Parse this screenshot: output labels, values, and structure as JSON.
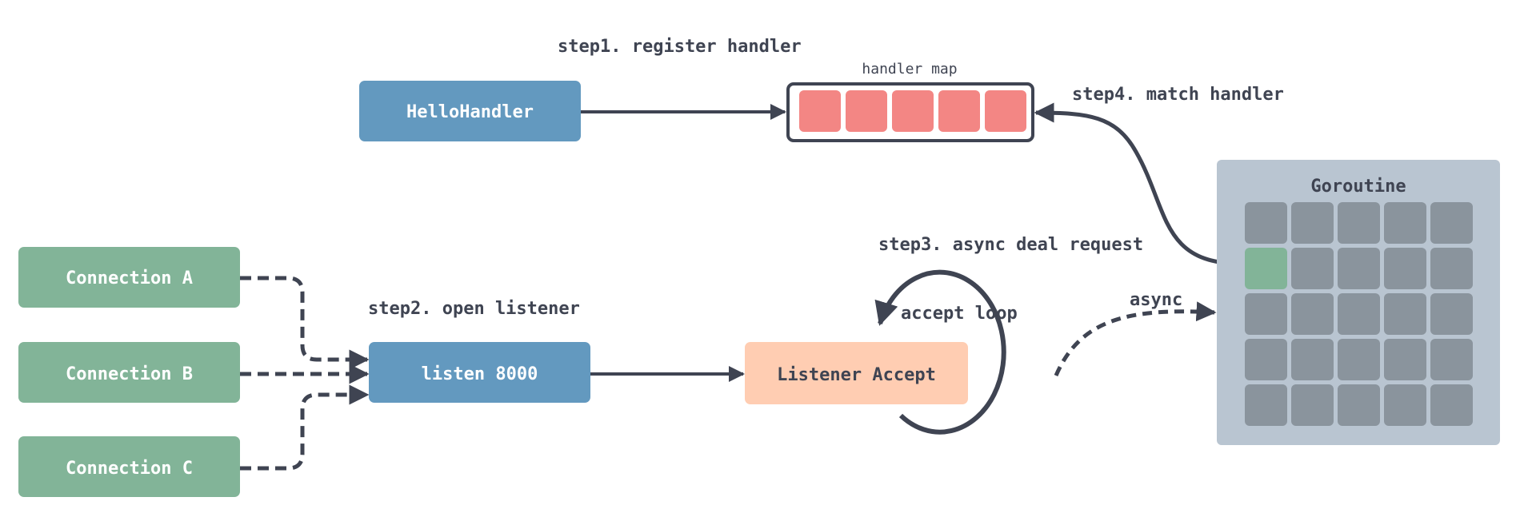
{
  "colors": {
    "ink": "#3f4452",
    "handler_node": "#6399bf",
    "connection_node": "#82b498",
    "accept_node": "#ffcdb2",
    "map_slot": "#f38684",
    "goroutine_panel": "#b9c5d1",
    "goroutine_cell": "#8a949d",
    "goroutine_active": "#82b498",
    "white_text": "#ffffff"
  },
  "nodes": {
    "hello_handler": "HelloHandler",
    "listen": "listen 8000",
    "listener_accept": "Listener Accept",
    "connection_a": "Connection A",
    "connection_b": "Connection B",
    "connection_c": "Connection C"
  },
  "steps": {
    "step1": "step1. register handler",
    "step2": "step2. open listener",
    "step3": "step3. async deal request",
    "step4": "step4. match handler"
  },
  "handler_map": {
    "title": "handler map",
    "slots": 5
  },
  "goroutine": {
    "title": "Goroutine",
    "rows": 5,
    "cols": 5,
    "active_cell": [
      1,
      0
    ]
  },
  "loop": {
    "label": "accept loop",
    "async_label": "async"
  }
}
